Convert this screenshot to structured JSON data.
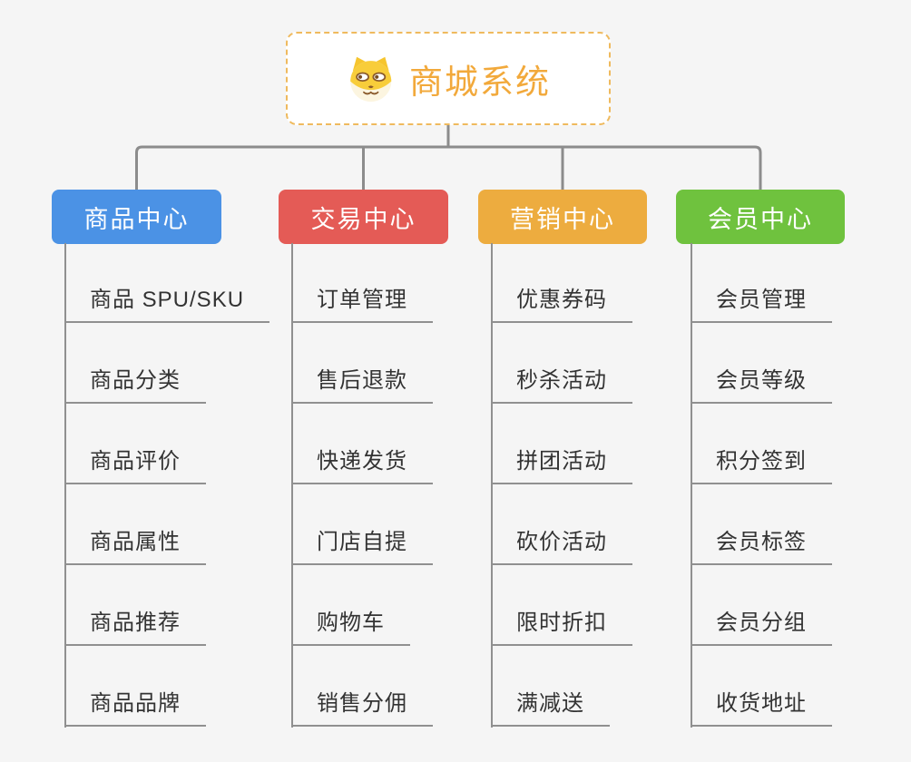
{
  "root": {
    "title": "商城系统",
    "icon": "shiba-dog-icon"
  },
  "branches": [
    {
      "label": "商品中心",
      "color": "#4b92e5",
      "items": [
        "商品 SPU/SKU",
        "商品分类",
        "商品评价",
        "商品属性",
        "商品推荐",
        "商品品牌"
      ]
    },
    {
      "label": "交易中心",
      "color": "#e45b56",
      "items": [
        "订单管理",
        "售后退款",
        "快递发货",
        "门店自提",
        "购物车",
        "销售分佣"
      ]
    },
    {
      "label": "营销中心",
      "color": "#edac3f",
      "items": [
        "优惠券码",
        "秒杀活动",
        "拼团活动",
        "砍价活动",
        "限时折扣",
        "满减送"
      ]
    },
    {
      "label": "会员中心",
      "color": "#6fc23e",
      "items": [
        "会员管理",
        "会员等级",
        "积分签到",
        "会员标签",
        "会员分组",
        "收货地址"
      ]
    }
  ],
  "colors": {
    "background": "#f5f5f5",
    "connector_line": "#8c8c8c",
    "leaf_line": "#909090",
    "leaf_text": "#333333",
    "root_border": "#efba5e",
    "root_text": "#f2a93b",
    "branch_text": "#ffffff"
  }
}
